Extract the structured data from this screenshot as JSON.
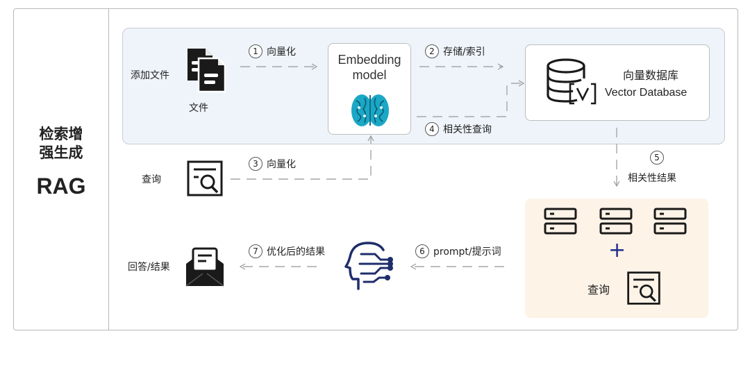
{
  "sidebar": {
    "title_cn_line1": "检索增",
    "title_cn_line2": "强生成",
    "title_en": "RAG"
  },
  "ingest": {
    "add_files_label": "添加文件",
    "file_label": "文件"
  },
  "embedding": {
    "line1": "Embedding",
    "line2": "model"
  },
  "vector_db": {
    "label_cn": "向量数据库",
    "label_en": "Vector Database"
  },
  "query": {
    "label": "查询"
  },
  "answer": {
    "label": "回答/结果"
  },
  "combined": {
    "plus": "+",
    "query_label": "查询"
  },
  "steps": [
    {
      "num": "1",
      "label": "向量化"
    },
    {
      "num": "2",
      "label": "存储/索引"
    },
    {
      "num": "3",
      "label": "向量化"
    },
    {
      "num": "4",
      "label": "相关性查询"
    },
    {
      "num": "5",
      "label": "相关性结果"
    },
    {
      "num": "6",
      "label": "prompt/提示词"
    },
    {
      "num": "7",
      "label": "优化后的结果"
    }
  ],
  "icons": {
    "file": "files-icon",
    "brain": "brain-icon",
    "database": "database-icon",
    "query": "query-document-icon",
    "answer": "mail-envelope-icon",
    "ai": "ai-head-icon",
    "server": "server-icon"
  },
  "colors": {
    "blue_panel": "#eef4fa",
    "peach_panel": "#fdf3e7",
    "brain_teal": "#1ba7c6",
    "ai_navy": "#1f2d6b"
  }
}
